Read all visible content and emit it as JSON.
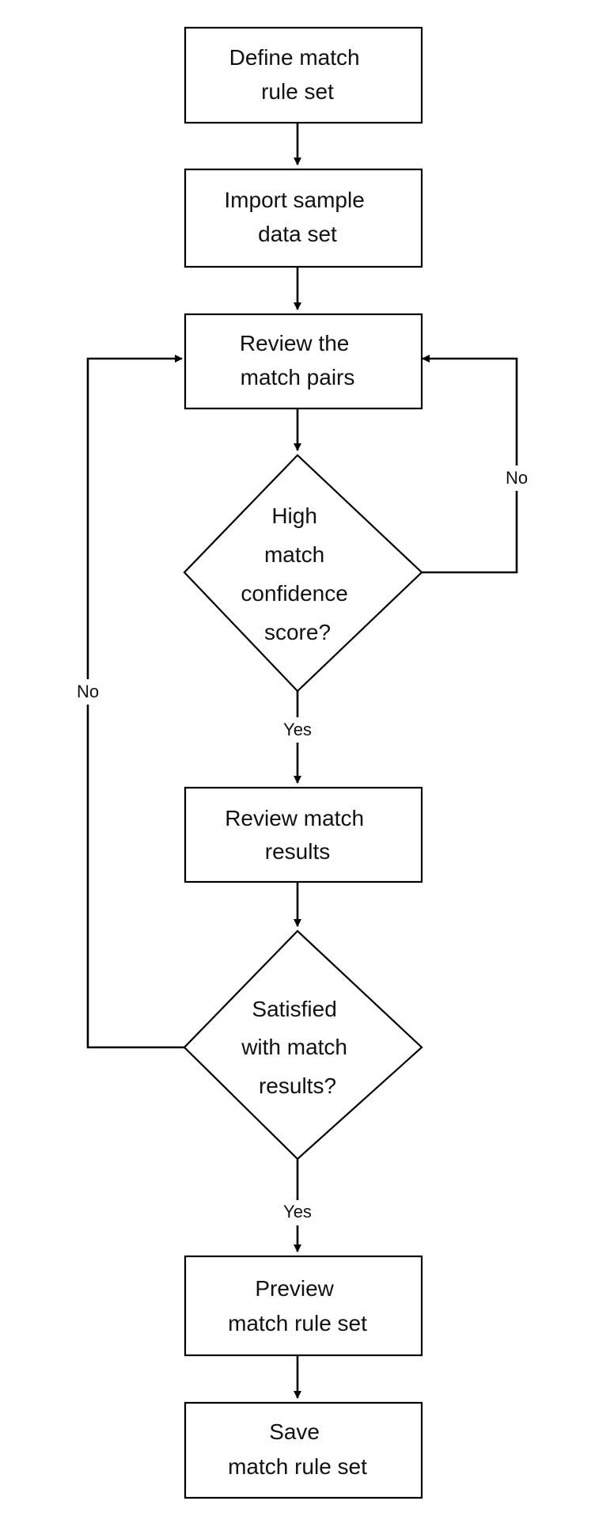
{
  "diagram": {
    "nodes": {
      "define": [
        "Define match",
        "rule set"
      ],
      "import": [
        "Import sample",
        "data set"
      ],
      "review_pairs": [
        "Review the",
        "match pairs"
      ],
      "high_confidence": [
        "High",
        "match",
        "confidence",
        "score?"
      ],
      "review_results": [
        "Review match",
        "results"
      ],
      "satisfied": [
        "Satisfied",
        "with match",
        "results?"
      ],
      "preview": [
        "Preview",
        "match rule set"
      ],
      "save": [
        "Save",
        "match rule set"
      ]
    },
    "edge_labels": {
      "high_no": "No",
      "high_yes": "Yes",
      "satisfied_no": "No",
      "satisfied_yes": "Yes"
    },
    "colors": {
      "stroke": "#000000",
      "fill": "#ffffff",
      "text": "#111111"
    }
  }
}
